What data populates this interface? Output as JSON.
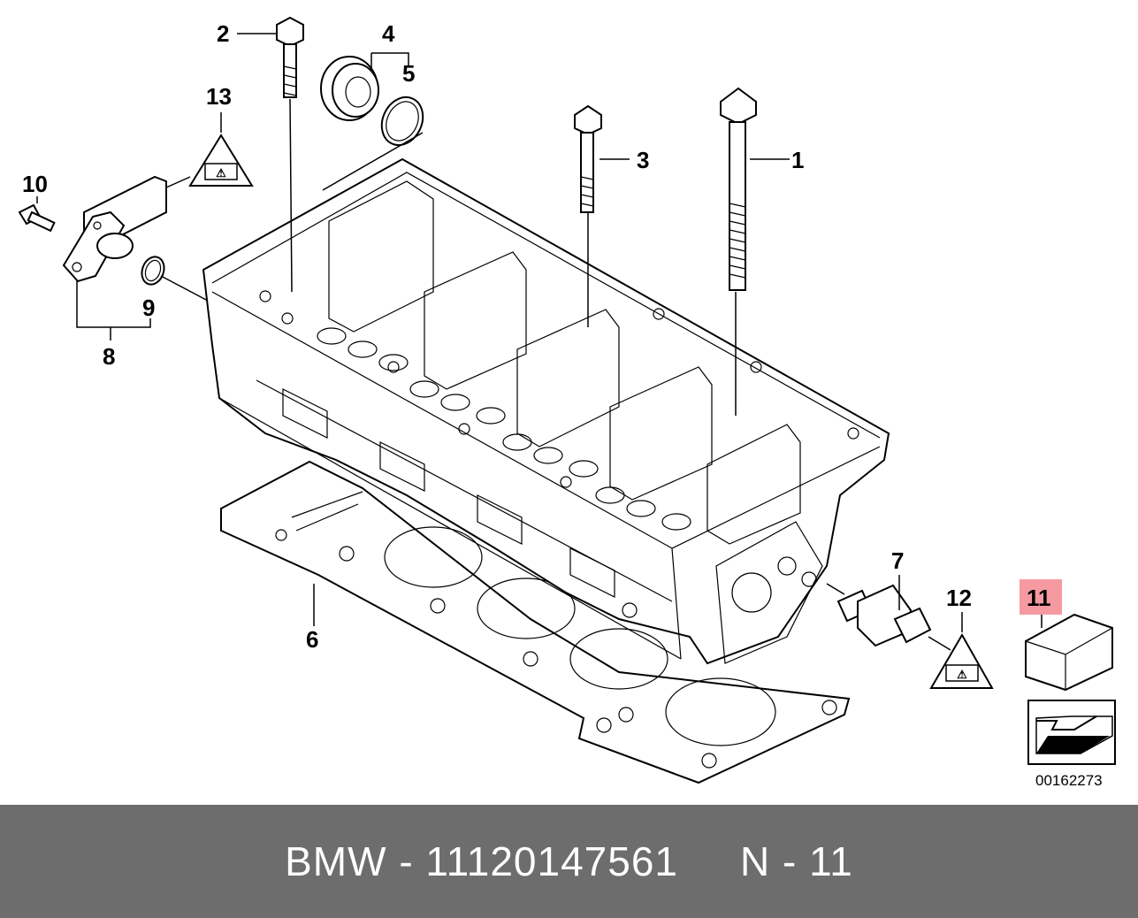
{
  "callouts": {
    "c1": "1",
    "c2": "2",
    "c3": "3",
    "c4": "4",
    "c5": "5",
    "c6": "6",
    "c7": "7",
    "c8": "8",
    "c9": "9",
    "c10": "10",
    "c11": "11",
    "c12": "12",
    "c13": "13"
  },
  "reference_number": "00162273",
  "footer": {
    "part_text": "BMW - 11120147561",
    "position_text": "N - 11"
  },
  "colors": {
    "highlight": "#f59aa0",
    "footer_bg": "#6d6d6d"
  },
  "icons": [
    "hazard-triangle-icon",
    "small-parts-box-icon",
    "direction-arrow-icon"
  ]
}
